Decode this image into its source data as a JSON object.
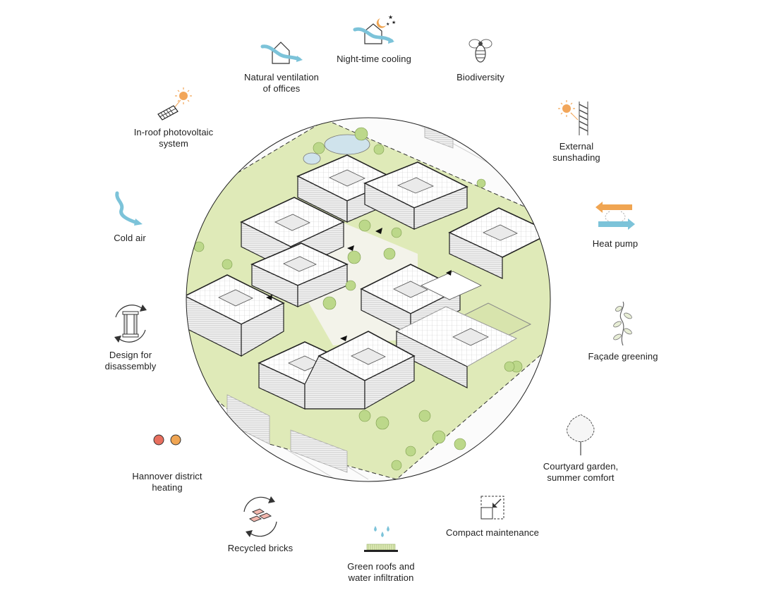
{
  "features": [
    {
      "id": "night-time-cooling",
      "icon": "house-wind-moon-icon",
      "label": "Night-time cooling"
    },
    {
      "id": "natural-ventilation",
      "icon": "house-wind-icon",
      "label": "Natural ventilation\nof offices"
    },
    {
      "id": "biodiversity",
      "icon": "bee-icon",
      "label": "Biodiversity"
    },
    {
      "id": "in-roof-photovoltaic",
      "icon": "solar-panel-sun-icon",
      "label": "In-roof photovoltaic\nsystem"
    },
    {
      "id": "external-sunshading",
      "icon": "sun-louvre-icon",
      "label": "External\nsunshading"
    },
    {
      "id": "cold-air",
      "icon": "cold-air-arrow-icon",
      "label": "Cold air"
    },
    {
      "id": "heat-pump",
      "icon": "heat-pump-arrows-icon",
      "label": "Heat pump"
    },
    {
      "id": "design-for-disassembly",
      "icon": "disassembly-cycle-icon",
      "label": "Design for\ndisassembly"
    },
    {
      "id": "facade-greening",
      "icon": "climbing-plant-icon",
      "label": "Façade greening"
    },
    {
      "id": "district-heating",
      "icon": "district-heating-dots-icon",
      "label": "Hannover district\nheating"
    },
    {
      "id": "courtyard-garden",
      "icon": "tree-icon",
      "label": "Courtyard garden,\nsummer comfort"
    },
    {
      "id": "recycled-bricks",
      "icon": "recycled-bricks-icon",
      "label": "Recycled bricks"
    },
    {
      "id": "compact-maintenance",
      "icon": "compact-square-arrow-icon",
      "label": "Compact maintenance"
    },
    {
      "id": "green-roofs",
      "icon": "green-roof-rain-icon",
      "label": "Green roofs and\nwater infiltration"
    }
  ],
  "colors": {
    "accent_blue": "#7cc3d9",
    "accent_orange": "#f0a552",
    "sun": "#f2a65a",
    "district_red": "#e86f5e",
    "district_orange": "#f0a552",
    "green_area": "#dfeab8",
    "tree": "#bcd88a",
    "water": "#cfe3ec",
    "building_line": "#222222"
  }
}
